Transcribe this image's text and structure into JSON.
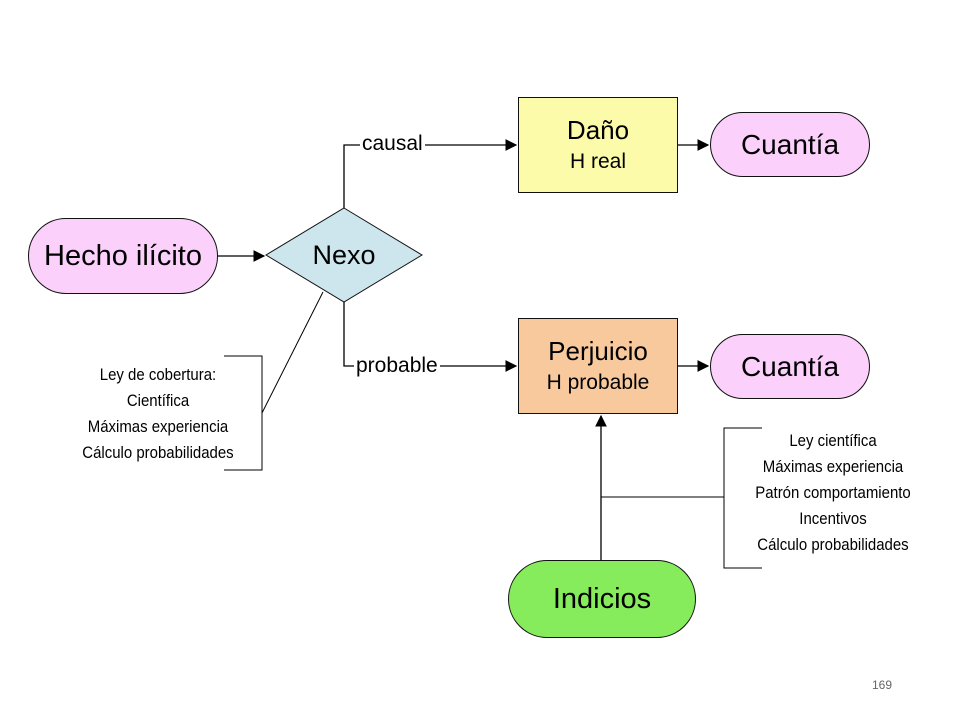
{
  "nodes": {
    "hecho": "Hecho ilícito",
    "nexo": "Nexo",
    "dano": {
      "title": "Daño",
      "subtitle": "H real"
    },
    "perjuicio": {
      "title": "Perjuicio",
      "subtitle": "H probable"
    },
    "cuantia_top": "Cuantía",
    "cuantia_bottom": "Cuantía",
    "indicios": "Indicios"
  },
  "edges": {
    "causal": "causal",
    "probable": "probable"
  },
  "notes": {
    "left": [
      "Ley de cobertura:",
      "Científica",
      "Máximas experiencia",
      "Cálculo probabilidades"
    ],
    "right": [
      "Ley científica",
      "Máximas experiencia",
      "Patrón comportamiento",
      "Incentivos",
      "Cálculo probabilidades"
    ]
  },
  "colors": {
    "pink": "#fbd0fb",
    "nexo_blue": "#cde6ee",
    "dano_yellow": "#fbfbaa",
    "perjuicio_orange": "#f9c99e",
    "indicios_green": "#86ec5b"
  },
  "page_number": "169"
}
